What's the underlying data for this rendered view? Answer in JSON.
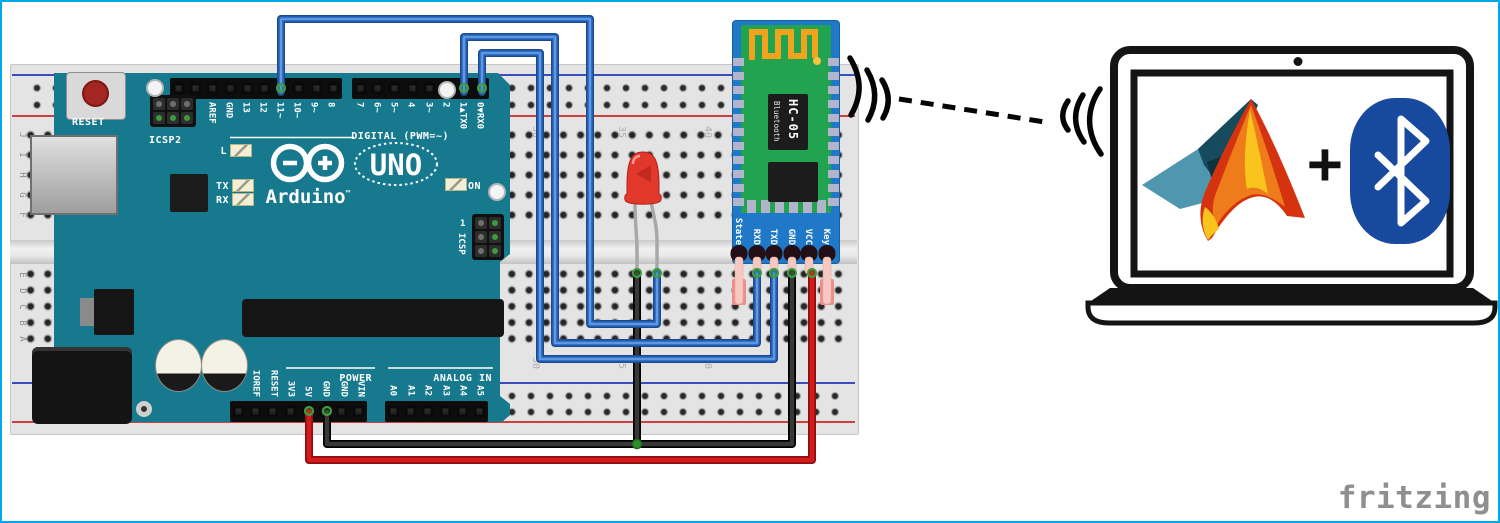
{
  "palette": {
    "frame": "#00a7e8",
    "arduino_teal": "#17798d",
    "breadboard": "#e4e4e4",
    "hc05_blue": "#2078c8",
    "hc05_green": "#22a34f",
    "antenna_orange": "#f2a31d",
    "wire_blue": "#3070cc",
    "wire_red": "#d41a1a",
    "wire_black": "#1a1a1a",
    "led_red": "#e2372b",
    "bluetooth_blue": "#17499e",
    "matlab_orange": "#ee7c1a",
    "text_gray": "#8f8f8f"
  },
  "watermark": "fritzing",
  "breadboard": {
    "letters_top": [
      "J",
      "I",
      "H",
      "G",
      "F"
    ],
    "letters_bottom": [
      "E",
      "D",
      "C",
      "B",
      "A"
    ],
    "numbers_top": [
      "30",
      "35",
      "40"
    ],
    "numbers_bottom": [
      "30",
      "35",
      "40"
    ]
  },
  "arduino": {
    "reset": "RESET",
    "icsp2": "ICSP2",
    "icsp": "ICSP",
    "icsp_one": "1",
    "digital_label": "DIGITAL (PWM=~)",
    "power_label": "POWER",
    "analog_label": "ANALOG IN",
    "brand": "Arduino",
    "brand_tm": "™",
    "model": "UNO",
    "led_l": "L",
    "led_tx": "TX",
    "led_rx": "RX",
    "led_on": "ON",
    "pins_top_left": [
      "AREF",
      "GND",
      "13",
      "12",
      "11~",
      "10~",
      "9~",
      "8"
    ],
    "pins_top_right": [
      "7",
      "6~",
      "5~",
      "4",
      "3~",
      "2",
      "1▲TX0",
      "0▼RX0"
    ],
    "pins_power": [
      "IOREF",
      "RESET",
      "3V3",
      "5V",
      "GND",
      "GND",
      "VIN"
    ],
    "pins_analog": [
      "A0",
      "A1",
      "A2",
      "A3",
      "A4",
      "A5"
    ]
  },
  "hc05": {
    "chip_title": "HC-05",
    "chip_subtitle": "Bluetooth",
    "pins": [
      "State",
      "RXD",
      "TXD",
      "GND",
      "VCC",
      "Key"
    ]
  },
  "laptop": {
    "plus": "+"
  }
}
